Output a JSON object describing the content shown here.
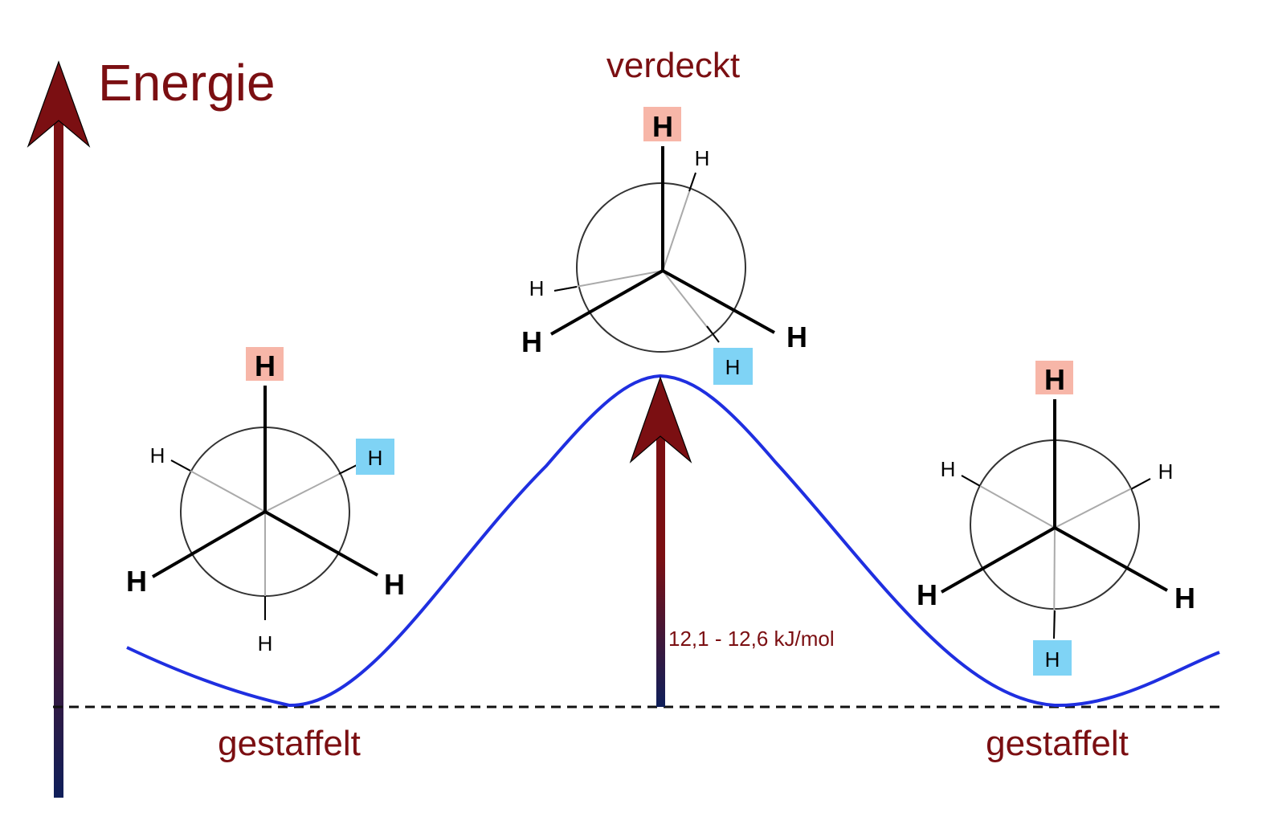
{
  "axis_label": "Energie",
  "top_label": "verdeckt",
  "left_label": "gestaffelt",
  "right_label": "gestaffelt",
  "barrier_label": "12,1 - 12,6 kJ/mol",
  "atom_symbol": "H",
  "colors": {
    "label": "#7b0f12",
    "curve": "#1f2fe0",
    "axis_top": "#7b0f12",
    "axis_bottom": "#0f1f5a",
    "highlight_front": "#f7b6a8",
    "highlight_back": "#7fd3f5",
    "front_bond": "#000000",
    "back_bond": "#aaaaaa"
  },
  "conformations": [
    {
      "name": "staggered-left",
      "label_key": "left_label"
    },
    {
      "name": "eclipsed-top",
      "label_key": "top_label"
    },
    {
      "name": "staggered-right",
      "label_key": "right_label"
    }
  ]
}
